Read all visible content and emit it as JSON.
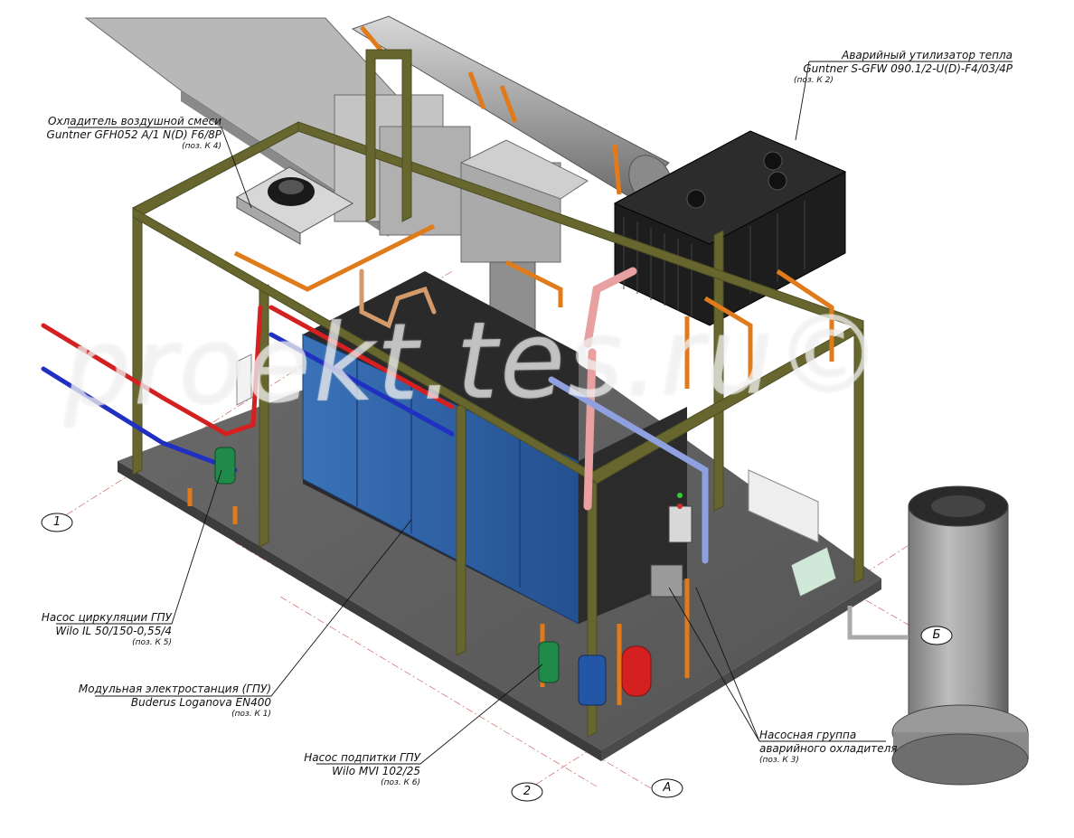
{
  "watermark": "proekt.tes.ru©",
  "labels": {
    "k4": {
      "line1": "Охладитель воздушной смеси",
      "line2": "Guntner GFH052 A/1 N(D) F6/8P",
      "pos": "(поз. К 4)"
    },
    "k2": {
      "line1": "Аварийный утилизатор тепла",
      "line2": "Guntner S-GFW 090.1/2-U(D)-F4/03/4P",
      "pos": "(поз. К 2)"
    },
    "k5": {
      "line1": "Насос циркуляции ГПУ",
      "line2": "Wilo IL 50/150-0,55/4",
      "pos": "(поз. К 5)"
    },
    "k1": {
      "line1": "Модульная электростанция (ГПУ)",
      "line2": "Buderus Loganova EN400",
      "pos": "(поз. К 1)"
    },
    "k6": {
      "line1": "Насос подпитки ГПУ",
      "line2": "Wilo MVI 102/25",
      "pos": "(поз. К 6)"
    },
    "k3": {
      "line1": "Насосная группа",
      "line2": "аварийного охладителя",
      "pos": "(поз. К 3)"
    }
  },
  "axes": {
    "a1": "1",
    "a2": "2",
    "aA": "А",
    "aB": "Б"
  },
  "colors": {
    "frame": "#5a5a2a",
    "support": "#e07a1a",
    "hot": "#d42020",
    "cold": "#2030c0",
    "enclosure": "#2f63a8",
    "duct": "#9a9a9a",
    "cooler": "#1a1a1a",
    "pink": "#e8a0a0"
  }
}
